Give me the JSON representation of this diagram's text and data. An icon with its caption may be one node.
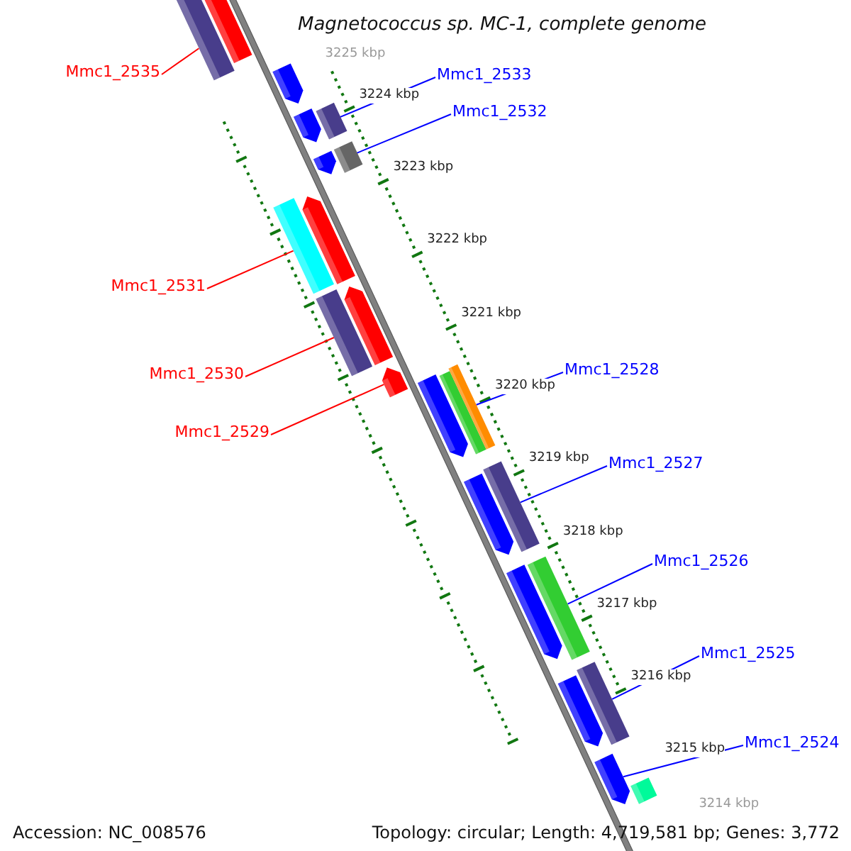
{
  "diagram": {
    "title": "Magnetococcus sp. MC-1, complete genome",
    "nodes": [
      {
        "text": [
          "Mmc1_2535"
        ]
      },
      {
        "text": [],
        "shape": "bar"
      },
      {
        "text": [],
        "shape": "bar"
      },
      {
        "text": [],
        "shape": "bar"
      },
      {
        "text": [
          "Mmc1_2533"
        ]
      },
      {
        "text": [],
        "shape": "bar"
      },
      {
        "text": [],
        "shape": "bar"
      },
      {
        "text": [
          "Mmc1_2532"
        ]
      },
      {
        "text": [],
        "shape": "bar"
      },
      {
        "text": [],
        "shape": "bar"
      },
      {
        "text": [],
        "shape": "bar"
      },
      {
        "text": [],
        "shape": "bar"
      },
      {
        "text": [
          "Mmc1_2531"
        ]
      },
      {
        "text": [],
        "shape": "bar"
      },
      {
        "text": [],
        "shape": "bar"
      },
      {
        "text": [
          "Mmc1_2530"
        ]
      },
      {
        "text": [],
        "shape": "bar"
      },
      {
        "text": [
          "Mmc1_2529"
        ]
      },
      {
        "text": [],
        "shape": "bar"
      },
      {
        "text": [],
        "shape": "bar"
      },
      {
        "text": [],
        "shape": "bar"
      },
      {
        "text": [
          "Mmc1_2528"
        ]
      },
      {
        "text": [],
        "shape": "bar"
      },
      {
        "text": [],
        "shape": "bar"
      },
      {
        "text": [
          "Mmc1_2527"
        ]
      },
      {
        "text": [],
        "shape": "bar"
      },
      {
        "text": [],
        "shape": "bar"
      },
      {
        "text": [
          "Mmc1_2526"
        ]
      },
      {
        "text": [],
        "shape": "bar"
      },
      {
        "text": [],
        "shape": "bar"
      },
      {
        "text": [
          "Mmc1_2525"
        ]
      },
      {
        "text": [
          "Mmc1_2524"
        ]
      },
      {
        "text": [],
        "shape": "bar"
      },
      {
        "text": [],
        "shape": "bar"
      }
    ],
    "edges": [
      {
        "from": 0,
        "to": 1,
        "arrow": "none",
        "color": "#ff0000"
      },
      {
        "from": 4,
        "to": 5,
        "arrow": "none",
        "color": "#0000ff"
      },
      {
        "from": 7,
        "to": 8,
        "arrow": "none",
        "color": "#0000ff"
      },
      {
        "from": 12,
        "to": 11,
        "arrow": "none",
        "color": "#ff0000"
      },
      {
        "from": 15,
        "to": 14,
        "arrow": "none",
        "color": "#ff0000"
      },
      {
        "from": 17,
        "to": 16,
        "arrow": "none",
        "color": "#ff0000"
      },
      {
        "from": 21,
        "to": 20,
        "arrow": "none",
        "color": "#0000ff"
      },
      {
        "from": 24,
        "to": 23,
        "arrow": "none",
        "color": "#0000ff"
      },
      {
        "from": 27,
        "to": 26,
        "arrow": "none",
        "color": "#0000ff"
      },
      {
        "from": 30,
        "to": 29,
        "arrow": "none",
        "color": "#0000ff"
      },
      {
        "from": 31,
        "to": 32,
        "arrow": "none",
        "color": "#0000ff"
      }
    ],
    "labels": [
      "3225 kbp",
      "3224 kbp",
      "3223 kbp",
      "3222 kbp",
      "3221 kbp",
      "3220 kbp",
      "3219 kbp",
      "3218 kbp",
      "3217 kbp",
      "3216 kbp",
      "3215 kbp",
      "3214 kbp",
      "Accession: NC_008576",
      "Topology: circular; Length: 4,719,581 bp; Genes: 3,772"
    ]
  }
}
